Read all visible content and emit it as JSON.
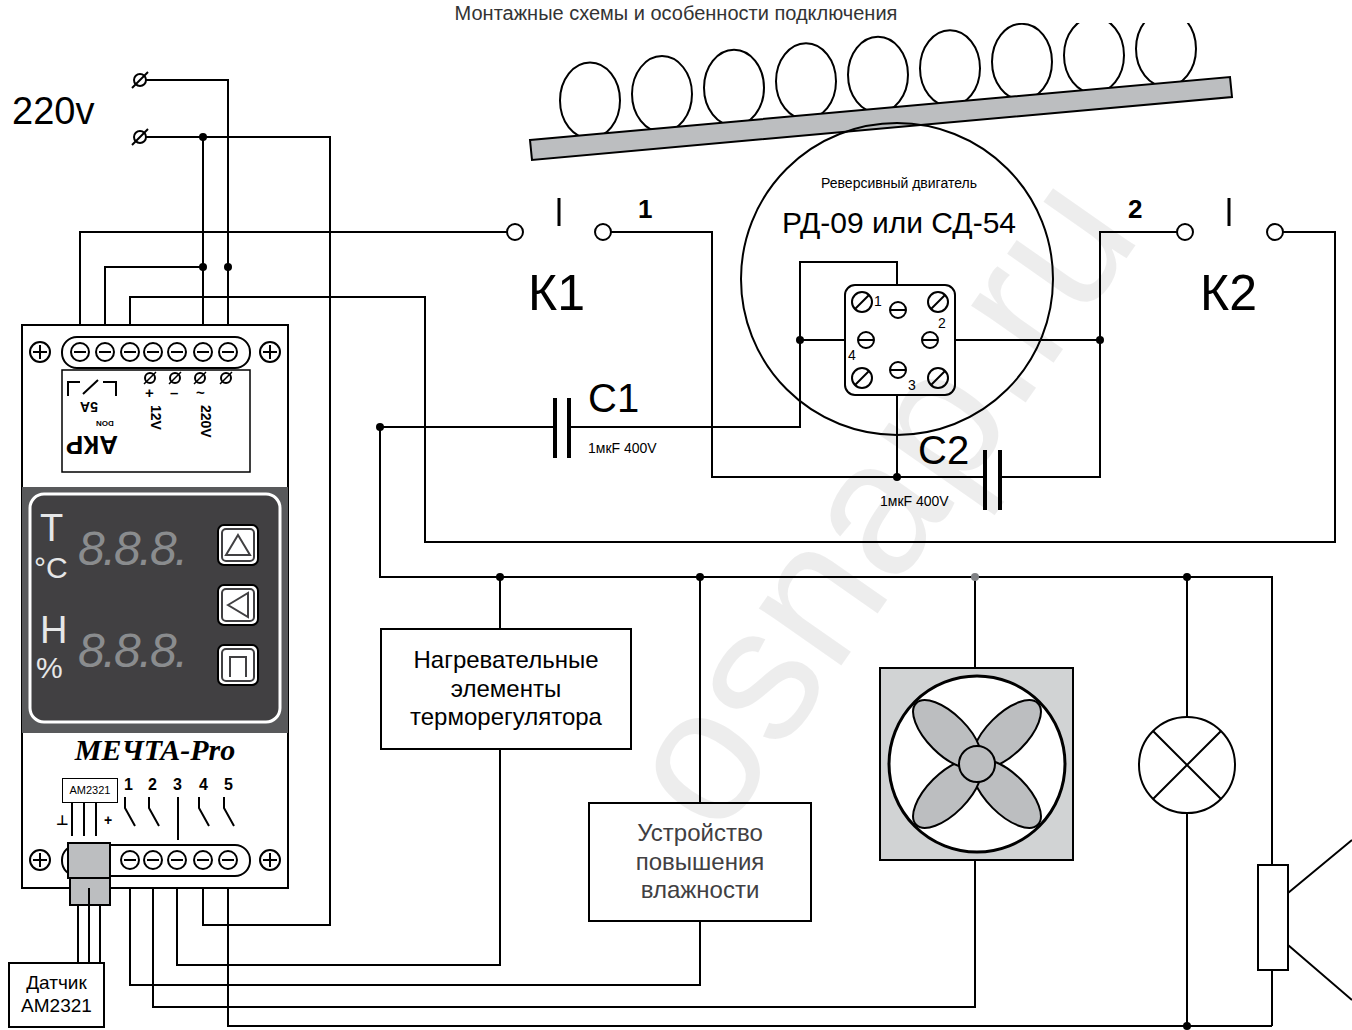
{
  "diagram": {
    "title": "Монтажные схемы и особенности подключения",
    "nodes": [
      {
        "text": [
          "МЕЧТА-Pro"
        ]
      },
      {
        "text": [
          "T",
          "°C",
          "8.8.8.",
          "H",
          "%",
          "8.8.8."
        ],
        "in": 0
      },
      {
        "text": [
          "AM2321"
        ],
        "in": 0
      },
      {
        "text": [
          "Реверсивный двигатель",
          "РД-09 или СД-54"
        ]
      },
      {
        "text": [
          "Нагревательные элементы терморегулятора"
        ]
      },
      {
        "text": [
          "Устройство повышения влажности"
        ]
      },
      {
        "text": [
          "Датчик AM2321"
        ]
      }
    ],
    "edges": [
      {
        "from": 0,
        "to": 4,
        "arrow": "none"
      },
      {
        "from": 0,
        "to": 5,
        "arrow": "none"
      },
      {
        "from": 6,
        "to": 0,
        "arrow": "none"
      }
    ],
    "labels": [
      "220v",
      "1",
      "К1",
      "2",
      "К2",
      "C1",
      "1мкF 400V",
      "C2",
      "1мкF 400V",
      "1",
      "2",
      "3",
      "4",
      "5A",
      "+",
      "–",
      "12V",
      "~",
      "220V",
      "АКР",
      "DON",
      "1",
      "2",
      "3",
      "4",
      "5",
      "⊥",
      "+",
      "osnap.ru"
    ]
  }
}
